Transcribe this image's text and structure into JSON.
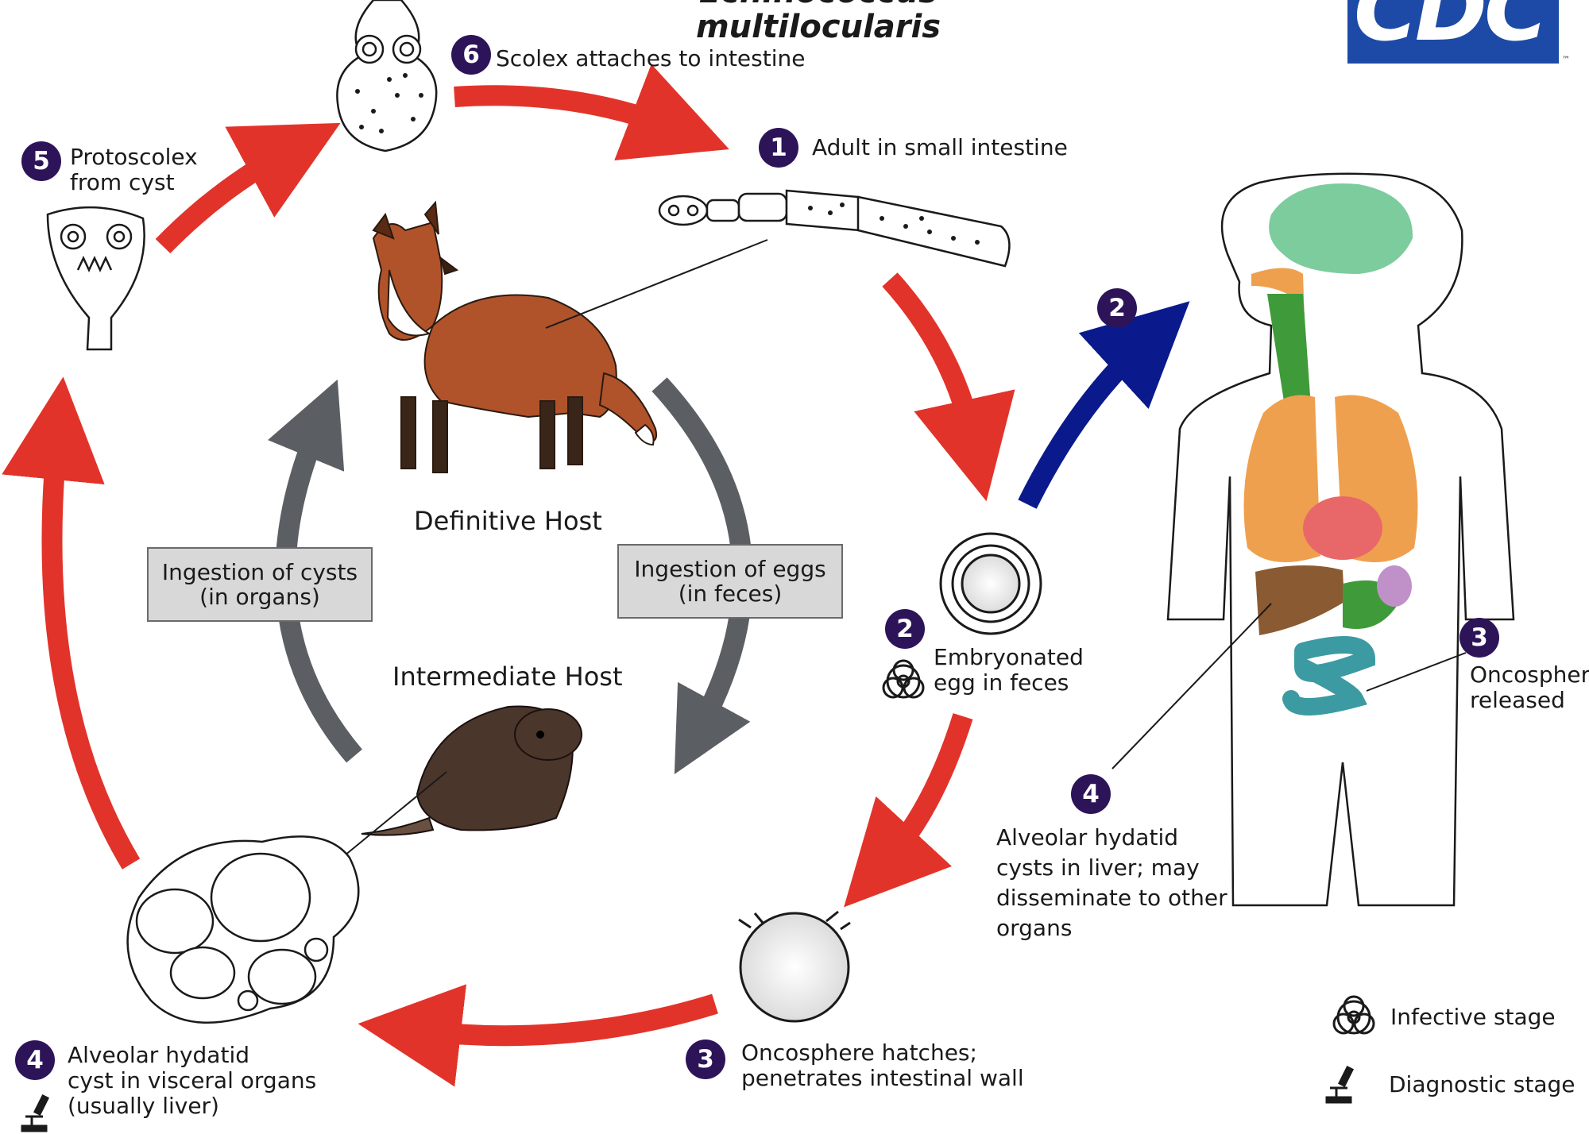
{
  "title": "Echinococcus multilocularis",
  "logo": {
    "text": "CDC",
    "tm": "™",
    "color": "#1d4aa6"
  },
  "hosts": {
    "definitive": "Definitive Host",
    "intermediate": "Intermediate Host"
  },
  "transmission": {
    "cysts": "Ingestion of cysts\n(in organs)",
    "eggs": "Ingestion of eggs\n(in feces)"
  },
  "stages": {
    "s1": {
      "number": "1",
      "label": "Adult in small intestine"
    },
    "s2": {
      "number": "2",
      "label": "Embryonated\negg in feces"
    },
    "s3": {
      "number": "3",
      "label": "Oncosphere hatches;\npenetrates intestinal wall"
    },
    "s4": {
      "number": "4",
      "label": "Alveolar hydatid\ncyst in visceral organs\n(usually liver)"
    },
    "s5": {
      "number": "5",
      "label": "Protoscolex\nfrom cyst"
    },
    "s6": {
      "number": "6",
      "label": "Scolex attaches to intestine"
    },
    "human2": {
      "number": "2"
    },
    "human3": {
      "number": "3",
      "label": "Oncosphere\nreleased"
    },
    "human4": {
      "number": "4",
      "label": "Alveolar hydatid\ncysts in liver; may\ndisseminate to other\norgans"
    }
  },
  "legend": {
    "infective": "Infective stage",
    "diagnostic": "Diagnostic stage"
  },
  "colors": {
    "cycle_arrow": "#e2332a",
    "human_arrow": "#0a1a8c",
    "host_arrow": "#5b5f63",
    "badge": "#2d1459"
  },
  "icons": [
    "biohazard-icon",
    "microscope-icon"
  ]
}
